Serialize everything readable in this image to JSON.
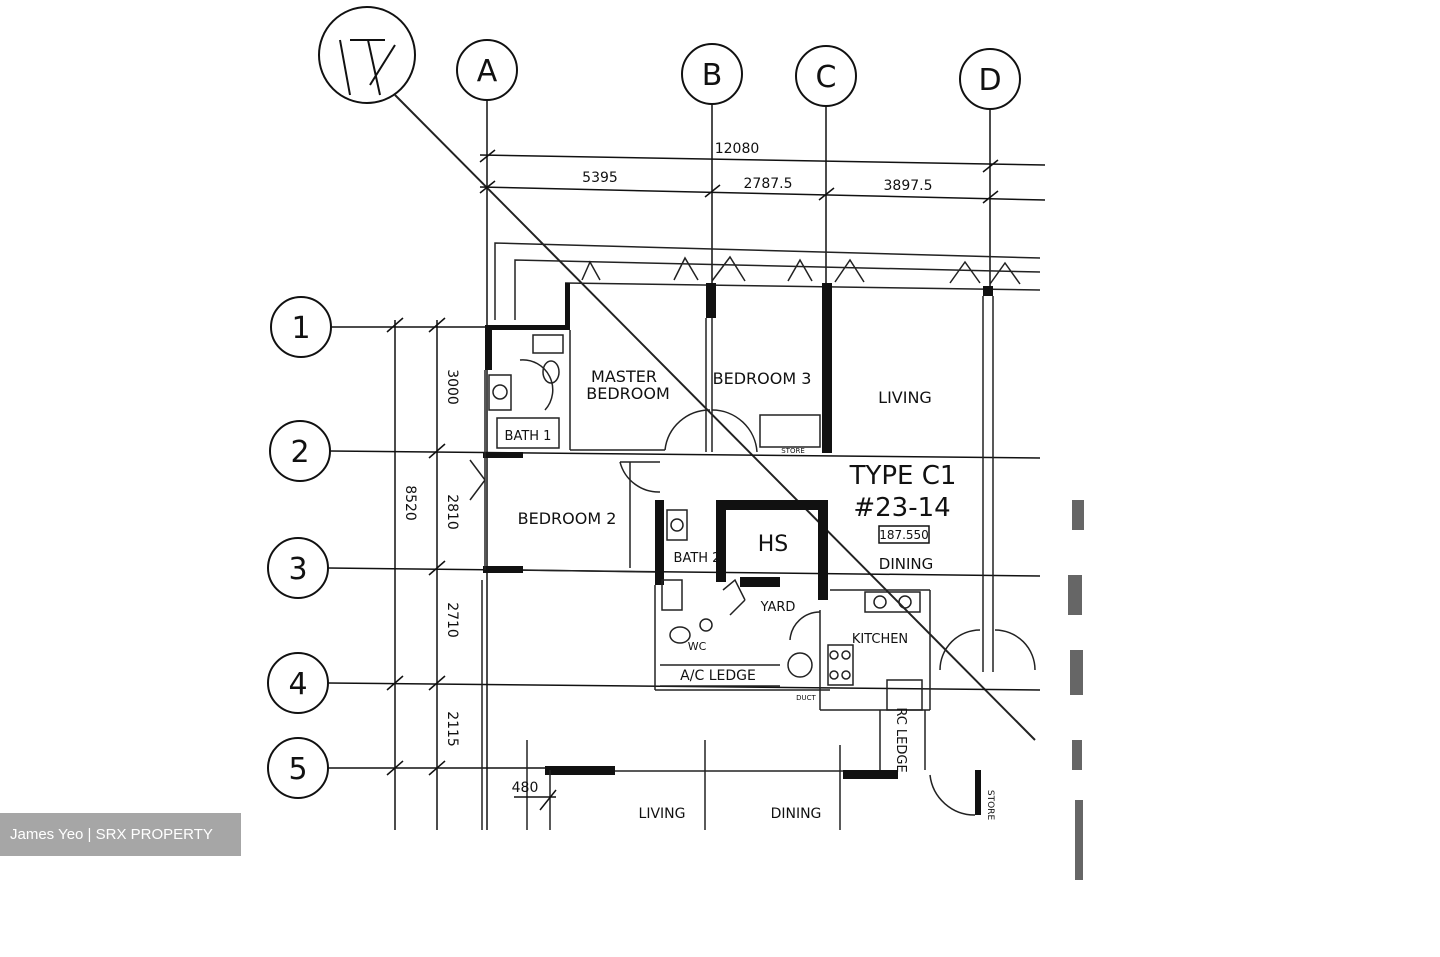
{
  "grid_columns": [
    "A",
    "B",
    "C",
    "D"
  ],
  "grid_rows": [
    "1",
    "2",
    "3",
    "4",
    "5"
  ],
  "dimensions": {
    "overall_width": "12080",
    "span_ab": "5395",
    "span_bc": "2787.5",
    "span_cd": "3897.5",
    "overall_depth": "8520",
    "span_12": "3000",
    "span_23": "2810",
    "span_34": "2710",
    "span_45": "2115",
    "offset": "480"
  },
  "rooms": {
    "master_bedroom_1": "MASTER",
    "master_bedroom_2": "BEDROOM",
    "bedroom_3": "BEDROOM 3",
    "living": "LIVING",
    "bedroom_2": "BEDROOM 2",
    "bath_1": "BATH 1",
    "bath_2": "BATH 2",
    "hs": "HS",
    "yard": "YARD",
    "kitchen": "KITCHEN",
    "wc": "WC",
    "ac_ledge": "A/C LEDGE",
    "rc_ledge": "RC LEDGE",
    "dining": "DINING",
    "store": "STORE",
    "duct": "DUCT",
    "lower_living": "LIVING",
    "lower_dining": "DINING"
  },
  "unit": {
    "type": "TYPE C1",
    "number": "#23-14",
    "area": "187.550"
  },
  "watermark": "James Yeo | SRX PROPERTY"
}
